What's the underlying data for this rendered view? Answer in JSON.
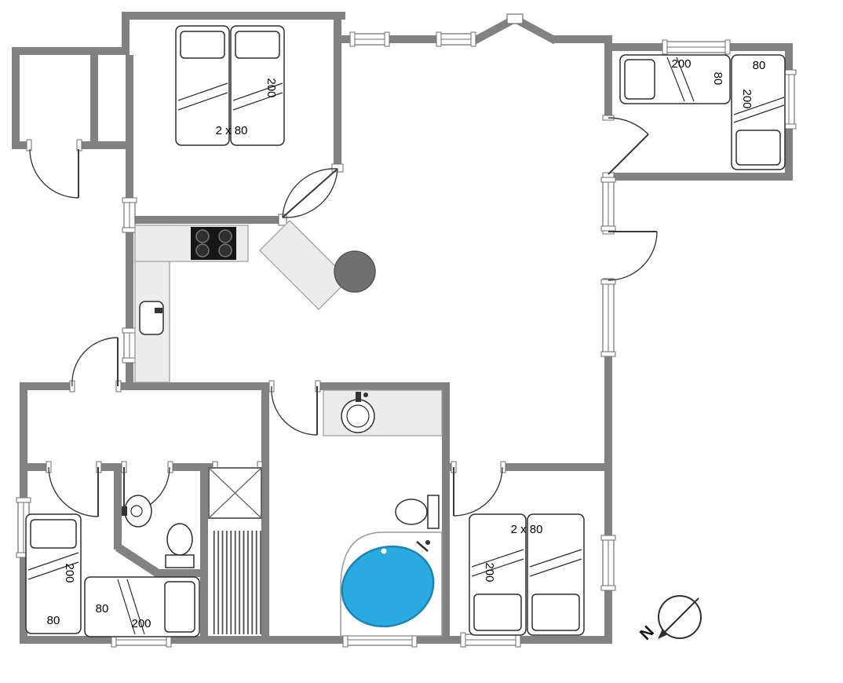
{
  "colors": {
    "wall": "#828282",
    "wall_edge": "#6e6e6e",
    "line": "#3c3c3c",
    "furniture": "#2e2e2e",
    "counter": "#ececec",
    "counter_edge": "#9a9a9a",
    "cooktop": "#161616",
    "table": "#707070",
    "tub": "#29abe2",
    "tub_edge": "#1b84b4",
    "hatch": "#4d4d4d"
  },
  "labels": {
    "bedroom_top_left": {
      "bed_length": "200",
      "beds_width": "2 x 80"
    },
    "bedroom_top_right": {
      "bed1_length": "200",
      "bed1_width": "80",
      "bed2_width": "80",
      "bed2_length": "200"
    },
    "bedroom_bottom_left": {
      "bed1_length": "200",
      "bed1_width": "80",
      "bed2_width": "80",
      "bed2_length": "200"
    },
    "bedroom_bottom_right": {
      "beds_width": "2 x 80",
      "bed_length": "200"
    },
    "compass_north": "N"
  }
}
